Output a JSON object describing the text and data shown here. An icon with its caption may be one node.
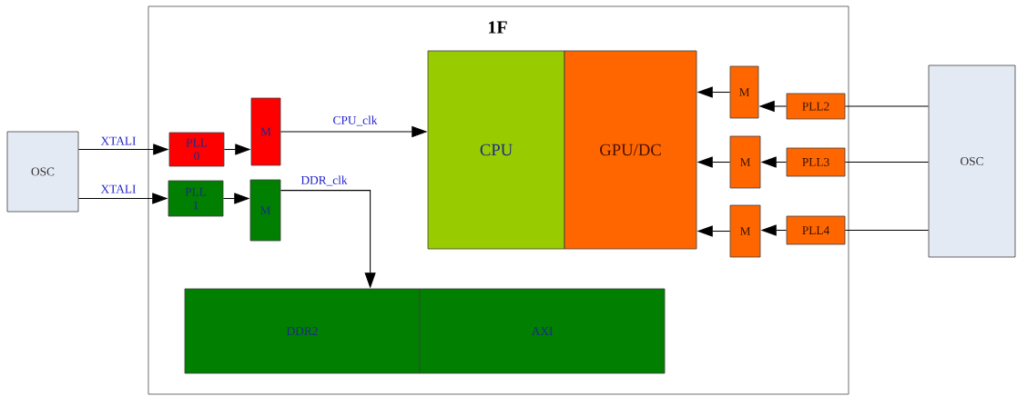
{
  "diagram": {
    "nodes": [
      {
        "text": [
          "1F"
        ]
      },
      {
        "text": [
          "OSC"
        ]
      },
      {
        "text": [
          "PLL 0"
        ],
        "in": 0
      },
      {
        "text": [
          "PLL 1"
        ],
        "in": 0
      },
      {
        "text": [
          "M"
        ],
        "in": 0
      },
      {
        "text": [
          "M"
        ],
        "in": 0
      },
      {
        "text": [
          "CPU"
        ],
        "in": 0
      },
      {
        "text": [
          "GPU/DC"
        ],
        "in": 0
      },
      {
        "text": [
          "DDR2"
        ],
        "in": 0
      },
      {
        "text": [
          "AXI"
        ],
        "in": 0
      },
      {
        "text": [
          "M"
        ],
        "in": 0
      },
      {
        "text": [
          "M"
        ],
        "in": 0
      },
      {
        "text": [
          "M"
        ],
        "in": 0
      },
      {
        "text": [
          "PLL2"
        ],
        "in": 0
      },
      {
        "text": [
          "PLL3"
        ],
        "in": 0
      },
      {
        "text": [
          "PLL4"
        ],
        "in": 0
      },
      {
        "text": [
          "OSC"
        ]
      }
    ],
    "edges": [
      {
        "from": 1,
        "to": 2,
        "arrow": "to",
        "label": "XTALI"
      },
      {
        "from": 1,
        "to": 3,
        "arrow": "to",
        "label": "XTALI"
      },
      {
        "from": 2,
        "to": 4,
        "arrow": "to"
      },
      {
        "from": 3,
        "to": 5,
        "arrow": "to"
      },
      {
        "from": 4,
        "to": 6,
        "arrow": "to",
        "label": "CPU_clk"
      },
      {
        "from": 5,
        "to": 8,
        "arrow": "to",
        "label": "DDR_clk"
      },
      {
        "from": 13,
        "to": 10,
        "arrow": "to"
      },
      {
        "from": 14,
        "to": 11,
        "arrow": "to"
      },
      {
        "from": 15,
        "to": 12,
        "arrow": "to"
      },
      {
        "from": 10,
        "to": 7,
        "arrow": "to"
      },
      {
        "from": 11,
        "to": 7,
        "arrow": "to"
      },
      {
        "from": 12,
        "to": 7,
        "arrow": "to"
      },
      {
        "from": 16,
        "to": 13,
        "arrow": "none"
      },
      {
        "from": 16,
        "to": 14,
        "arrow": "none"
      },
      {
        "from": 16,
        "to": 15,
        "arrow": "none"
      }
    ]
  }
}
